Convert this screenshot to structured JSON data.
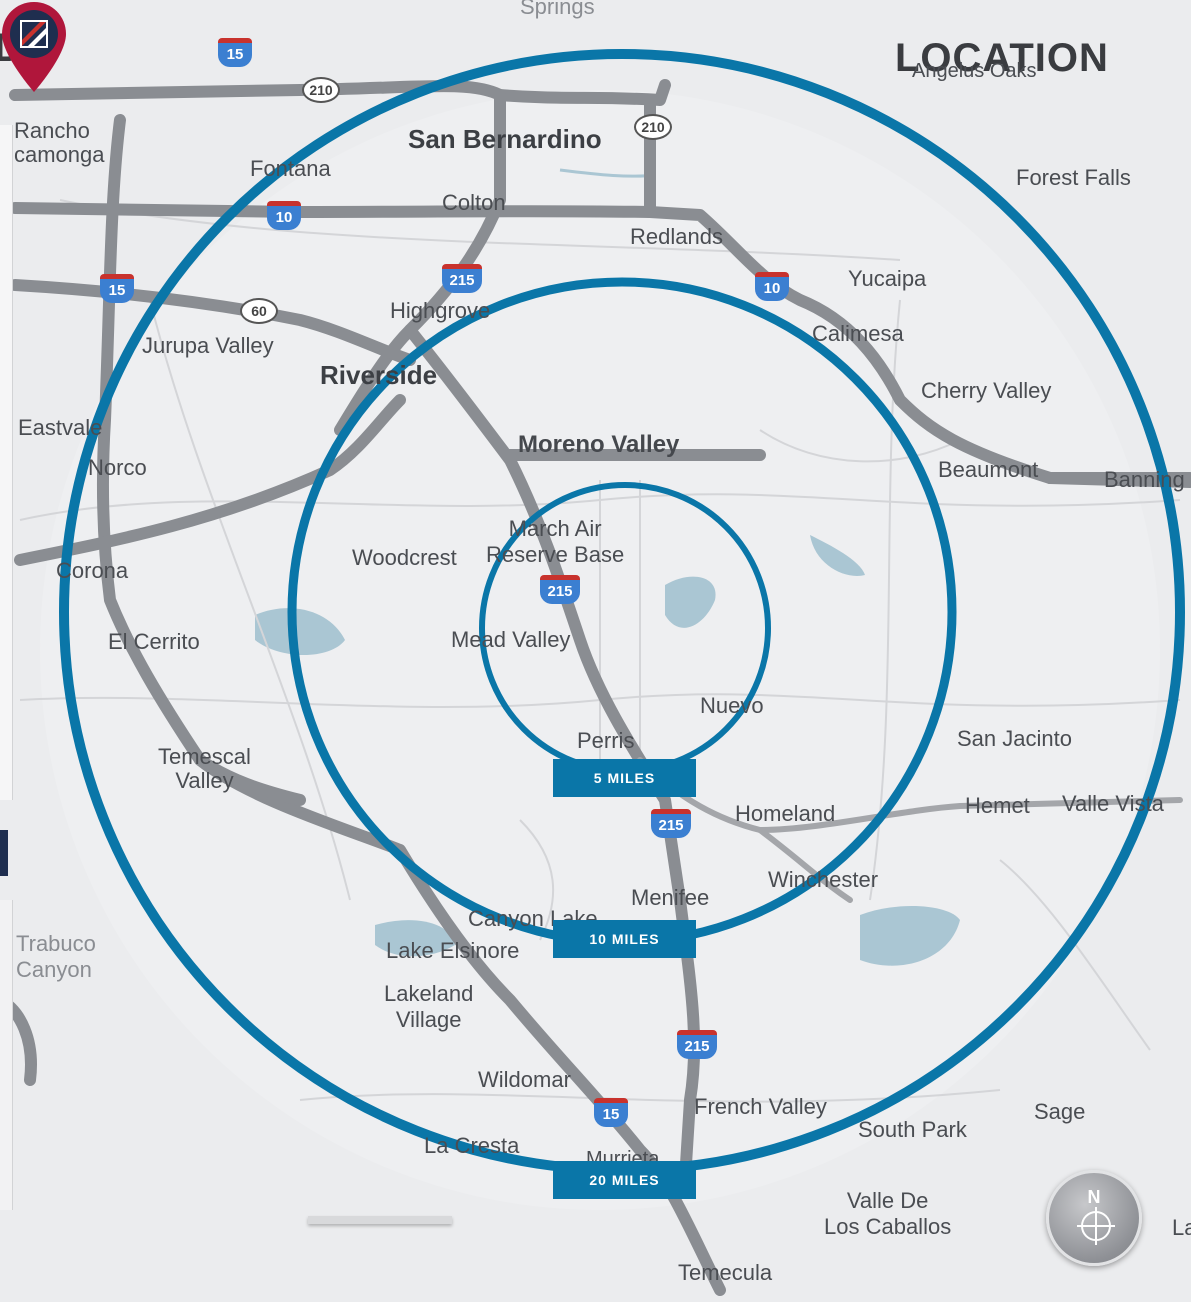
{
  "header": {
    "left_title_fragment": "D",
    "right_title": "LOCATION"
  },
  "places": {
    "springs": "Springs",
    "angelus_oaks": "Angelus Oaks",
    "rancho_cucamonga": "Rancho\ncamonga",
    "fontana": "Fontana",
    "san_bernardino": "San Bernardino",
    "colton": "Colton",
    "redlands": "Redlands",
    "forest_falls": "Forest Falls",
    "yucaipa": "Yucaipa",
    "highgrove": "Highgrove",
    "calimesa": "Calimesa",
    "jurupa_valley": "Jurupa Valley",
    "riverside": "Riverside",
    "cherry_valley": "Cherry Valley",
    "eastvale": "Eastvale",
    "moreno_valley": "Moreno Valley",
    "beaumont": "Beaumont",
    "banning": "Banning",
    "norco": "Norco",
    "march_air_reserve_base": "March Air\nReserve Base",
    "woodcrest": "Woodcrest",
    "corona": "Corona",
    "el_cerrito": "El Cerrito",
    "mead_valley": "Mead Valley",
    "nuevo": "Nuevo",
    "perris": "Perris",
    "san_jacinto": "San Jacinto",
    "temescal_valley": "Temescal\nValley",
    "homeland": "Homeland",
    "hemet": "Hemet",
    "valle_vista": "Valle Vista",
    "winchester": "Winchester",
    "menifee": "Menifee",
    "canyon_lake": "Canyon Lake",
    "trabuco_canyon": "Trabuco\nCanyon",
    "lake_elsinore": "Lake Elsinore",
    "lakeland_village": "Lakeland\nVillage",
    "wildomar": "Wildomar",
    "french_valley": "French Valley",
    "sage": "Sage",
    "south_park": "South Park",
    "la_cresta": "La Cresta",
    "murrieta": "Murrieta",
    "valle_de_los_caballos": "Valle De\nLos Caballos",
    "temecula": "Temecula",
    "la_edge": "La"
  },
  "highways": {
    "i15_north": "15",
    "sr210_west": "210",
    "sr210_east": "210",
    "i10_west": "10",
    "i215_north": "215",
    "i10_east": "10",
    "i15_west": "15",
    "sr60": "60",
    "i215_center": "215",
    "i215_south": "215",
    "i215_lower": "215",
    "i15_south": "15"
  },
  "rings": [
    {
      "label": "5 MILES",
      "radius_miles": 5
    },
    {
      "label": "10 MILES",
      "radius_miles": 10
    },
    {
      "label": "20 MILES",
      "radius_miles": 20
    }
  ],
  "compass": {
    "north_label": "N"
  },
  "colors": {
    "ring": "#0a76a8",
    "ring_label_bg": "#0a76a8",
    "pin": "#b0163b",
    "pin_inner": "#1f2e4f",
    "road": "#8a8d92",
    "water": "#aac6d3"
  }
}
